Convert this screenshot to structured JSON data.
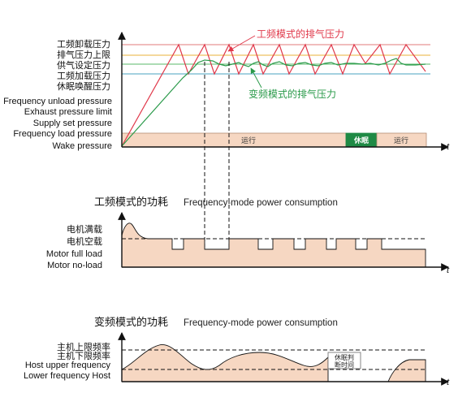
{
  "diagram1": {
    "labels_cn": [
      "工频卸载压力",
      "排气压力上限",
      "供气设定压力",
      "工频加载压力",
      "休眠唤醒压力"
    ],
    "labels_en": [
      "Frequency unload pressure",
      "Exhaust pressure limit",
      "Supply set pressure",
      "Frequency load pressure",
      "Wake pressure"
    ],
    "annotation_red": "工频模式的排气压力",
    "annotation_green": "变频模式的排气压力",
    "status_bar": [
      "运行",
      "休眠",
      "运行"
    ],
    "time_axis": "t"
  },
  "diagram2": {
    "title_cn": "工频模式的功耗",
    "title_en": "Frequency-mode power consumption",
    "labels": [
      "电机满载",
      "电机空载",
      "Motor full load",
      "Motor no-load"
    ],
    "time_axis": "t"
  },
  "diagram3": {
    "title_cn": "变频模式的功耗",
    "title_en": "Frequency-mode power consumption",
    "labels": [
      "主机上限频率",
      "主机下限频率",
      "Host upper frequency",
      "Lower frequency Host"
    ],
    "sleep_note": [
      "休眠判",
      "断时间"
    ],
    "time_axis": "t"
  },
  "colors": {
    "red_line": "#e0384a",
    "green_line": "#2a9a4a",
    "fill": "#f6d7c2",
    "sleep_fill": "#1f8a45",
    "axis": "#111111"
  }
}
